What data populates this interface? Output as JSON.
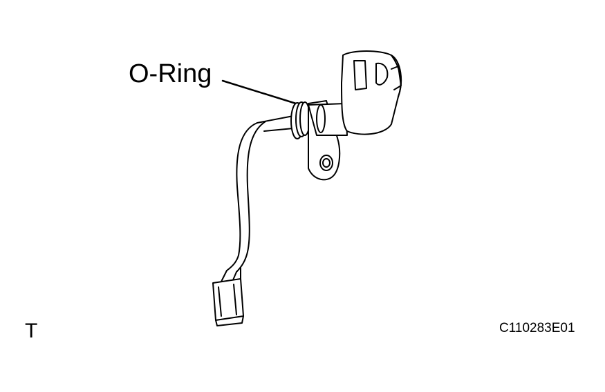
{
  "diagram": {
    "callout_label": "O-Ring",
    "corner_letter": "T",
    "figure_code": "C110283E01"
  }
}
